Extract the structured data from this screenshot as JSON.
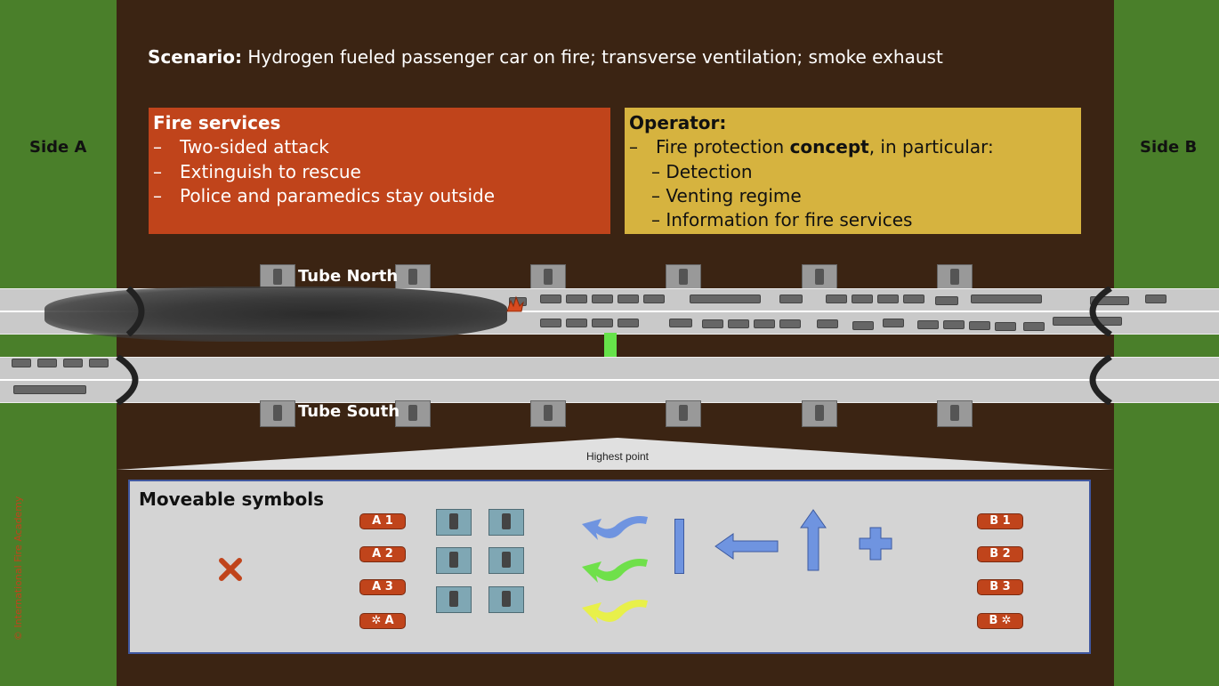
{
  "scenario": {
    "label": "Scenario:",
    "text": "Hydrogen fueled passenger car on fire; transverse ventilation; smoke exhaust"
  },
  "sides": {
    "a": "Side A",
    "b": "Side B"
  },
  "fire_services": {
    "title": "Fire services",
    "items": [
      "Two-sided attack",
      "Extinguish to rescue",
      "Police and paramedics stay outside"
    ],
    "dash": "–"
  },
  "operator": {
    "title": "Operator:",
    "line1_prefix": "Fire protection ",
    "line1_bold": "concept",
    "line1_suffix": ", in particular:",
    "sub_items": [
      "– Detection",
      "– Venting regime",
      "– Information for fire services"
    ],
    "dash": "–"
  },
  "tubes": {
    "north": "Tube North",
    "south": "Tube South"
  },
  "ramp_label": "Highest point",
  "symbols": {
    "title": "Moveable symbols",
    "units_a": [
      "A 1",
      "A 2",
      "A 3",
      "A"
    ],
    "units_b": [
      "B 1",
      "B 2",
      "B 3",
      "B"
    ],
    "fan_icon": "ventilation-fan-icon",
    "colors": {
      "fire": "#c0441b",
      "operator": "#d6b33f",
      "grass": "#4a7f2a",
      "ground": "#3b2413",
      "arrow_blue": "#6f94e0",
      "arrow_green": "#6fe04a",
      "arrow_yellow": "#e8f04a"
    }
  },
  "copyright": "© International Fire Academy"
}
